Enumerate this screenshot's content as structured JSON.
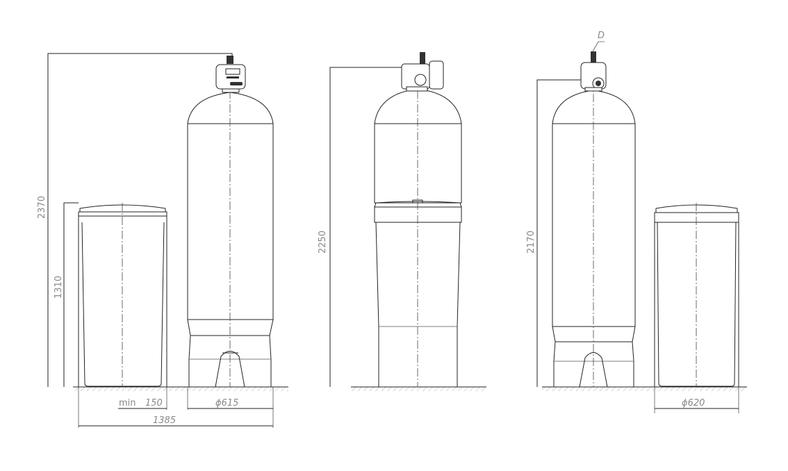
{
  "drawing": {
    "units": [
      {
        "name": "twin-left",
        "dimensions": {
          "total_height": "2370",
          "brine_height": "1310",
          "min_label": "min",
          "min_gap": "150",
          "tank_diameter": "ϕ615",
          "total_width": "1385"
        }
      },
      {
        "name": "cabinet-middle",
        "dimensions": {
          "total_height": "2250"
        }
      },
      {
        "name": "twin-right",
        "dimensions": {
          "total_height": "2170",
          "connection_label": "D",
          "brine_diameter": "ϕ620"
        }
      }
    ],
    "colors": {
      "line": "#222222",
      "dimension_text": "#888888"
    }
  }
}
